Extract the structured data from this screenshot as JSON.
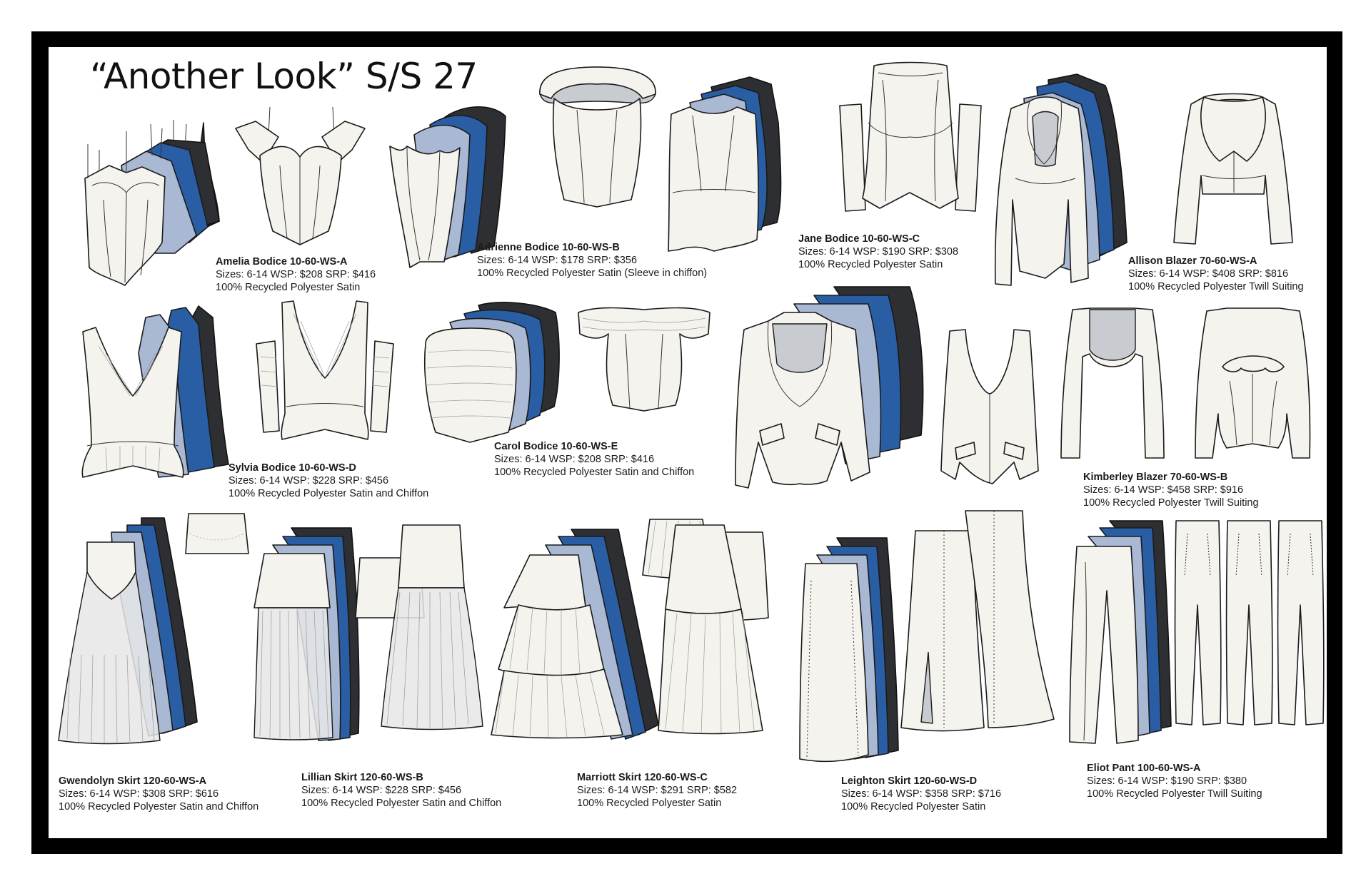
{
  "title": "“Another Look” S/S 27",
  "colors": {
    "white": "#f4f3ee",
    "light_blue": "#a9b8d3",
    "mid_blue": "#7f95bd",
    "royal_blue": "#2a5ea4",
    "black": "#2e2f33"
  },
  "products": [
    {
      "id": "amelia",
      "name": "Amelia Bodice 10-60-WS-A",
      "price": "Sizes: 6-14 WSP: $208 SRP: $416",
      "fabric": "100% Recycled Polyester Satin"
    },
    {
      "id": "adrienne",
      "name": "Adrienne Bodice 10-60-WS-B",
      "price": "Sizes: 6-14 WSP: $178 SRP: $356",
      "fabric": "100% Recycled Polyester Satin (Sleeve in chiffon)"
    },
    {
      "id": "jane",
      "name": "Jane Bodice 10-60-WS-C",
      "price": "Sizes: 6-14 WSP: $190 SRP: $308",
      "fabric": "100% Recycled Polyester Satin"
    },
    {
      "id": "allison",
      "name": "Allison Blazer 70-60-WS-A",
      "price": "Sizes: 6-14 WSP: $408 SRP: $816",
      "fabric": "100% Recycled Polyester Twill Suiting"
    },
    {
      "id": "sylvia",
      "name": "Sylvia Bodice 10-60-WS-D",
      "price": "Sizes: 6-14 WSP: $228 SRP: $456",
      "fabric": "100% Recycled Polyester Satin and Chiffon"
    },
    {
      "id": "carol",
      "name": "Carol Bodice 10-60-WS-E",
      "price": "Sizes: 6-14 WSP: $208 SRP: $416",
      "fabric": "100% Recycled Polyester Satin and Chiffon"
    },
    {
      "id": "kimberley",
      "name": "Kimberley Blazer 70-60-WS-B",
      "price": "Sizes: 6-14 WSP: $458 SRP: $916",
      "fabric": "100% Recycled Polyester Twill Suiting"
    },
    {
      "id": "gwendolyn",
      "name": "Gwendolyn Skirt  120-60-WS-A",
      "price": "Sizes: 6-14 WSP: $308 SRP: $616",
      "fabric": "100% Recycled Polyester Satin and Chiffon"
    },
    {
      "id": "lillian",
      "name": "Lillian Skirt 120-60-WS-B",
      "price": "Sizes: 6-14 WSP: $228 SRP: $456",
      "fabric": "100% Recycled Polyester Satin and Chiffon"
    },
    {
      "id": "marriott",
      "name": "Marriott Skirt  120-60-WS-C",
      "price": "Sizes: 6-14 WSP: $291 SRP: $582",
      "fabric": "100% Recycled Polyester Satin"
    },
    {
      "id": "leighton",
      "name": "Leighton Skirt  120-60-WS-D",
      "price": "Sizes: 6-14 WSP: $358 SRP: $716",
      "fabric": "100% Recycled Polyester Satin"
    },
    {
      "id": "eliot",
      "name": "Eliot Pant  100-60-WS-A",
      "price": "Sizes: 6-14 WSP: $190 SRP: $380",
      "fabric": "100% Recycled Polyester Twill Suiting"
    }
  ]
}
